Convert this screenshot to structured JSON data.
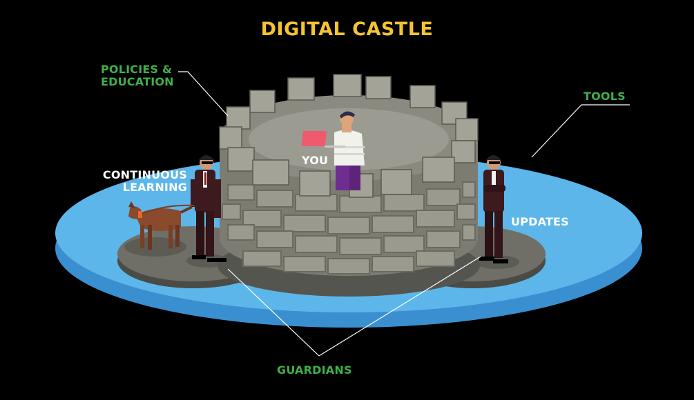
{
  "title": "DIGITAL CASTLE",
  "labels": {
    "policies_line1": "POLICIES &",
    "policies_line2": "EDUCATION",
    "tools": "TOOLS",
    "continuous_line1": "CONTINUOUS",
    "continuous_line2": "LEARNING",
    "you": "YOU",
    "updates": "UPDATES",
    "guardians": "GUARDIANS"
  },
  "colors": {
    "background": "#000000",
    "title": "#f6c431",
    "green_label": "#3fb04a",
    "white_label": "#ffffff",
    "water": "#5db6ea",
    "water_edge": "#3a8fd0",
    "stone": "#8a8a80",
    "platform": "#6f6f67"
  }
}
